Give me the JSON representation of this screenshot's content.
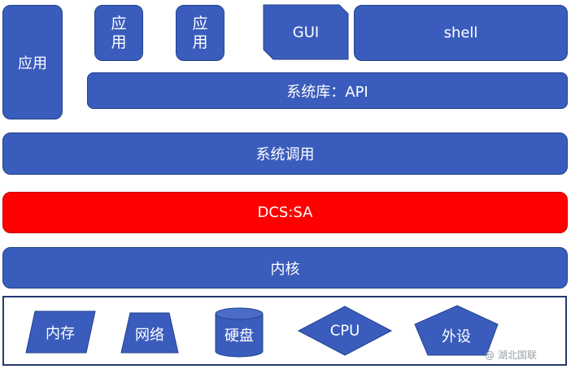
{
  "apps": {
    "left_app": "应用",
    "small_app_1": [
      "应",
      "用"
    ],
    "small_app_2": [
      "应",
      "用"
    ],
    "gui": "GUI",
    "shell": "shell"
  },
  "layers": {
    "system_library": "系统库：API",
    "system_call": "系统调用",
    "dcs_sa": "DCS:SA",
    "kernel": "内核"
  },
  "hardware": {
    "memory": "内存",
    "network": "网络",
    "disk": "硬盘",
    "cpu": "CPU",
    "peripheral": "外设"
  },
  "watermark": "@ 湖北国联",
  "colors": {
    "block_blue": "#3a5cbc",
    "highlight_red": "#ff0000",
    "frame_border": "#253a6e"
  }
}
